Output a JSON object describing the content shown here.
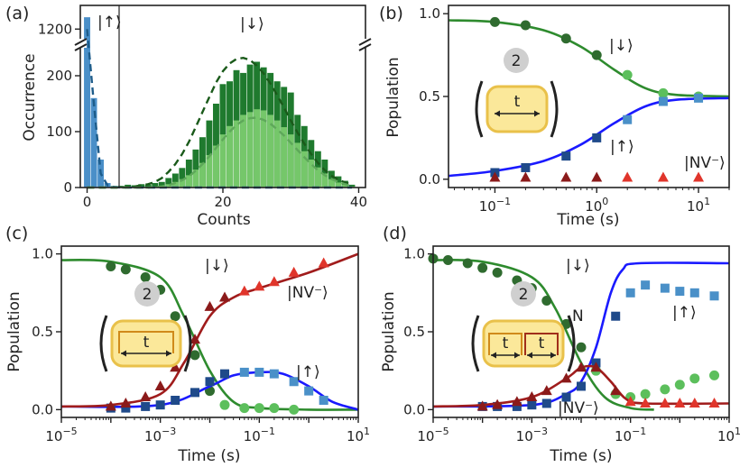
{
  "colors": {
    "down": "#2e8b2e",
    "down_point": "#2f6b2f",
    "down_light_point": "#5cbf5c",
    "up": "#1a1aff",
    "up_point": "#1f4a8a",
    "up_light_point": "#4a90c8",
    "nv": "#a01c1c",
    "nv_point": "#8b1a1a",
    "nv_light_point": "#e0352b",
    "hist_dark": "#1f7a2e",
    "hist_light": "#7acb6e",
    "hist_blue": "#4a8fc8",
    "inset_fill": "#fbe89a",
    "inset_stroke": "#e9c14a",
    "inset_pulse": "#d08a1a",
    "inset_pulse_red": "#a02e1a"
  },
  "chart_data": [
    {
      "panel": "(a)",
      "type": "bar",
      "xlabel": "Counts",
      "ylabel": "Occurrence",
      "xlim": [
        -1,
        41
      ],
      "ylim": [
        0,
        250
      ],
      "ylim_top_segment": [
        1180,
        1260
      ],
      "xticks": [
        "0",
        "20",
        "40"
      ],
      "yticks": [
        "0",
        "100",
        "200"
      ],
      "ytick_top": "1200",
      "threshold": 5,
      "annotations": {
        "up": "|↑⟩",
        "down": "|↓⟩"
      },
      "bin_edges": [
        -0.5,
        0.5,
        1.5,
        2.5,
        3.5,
        4.5,
        5.5,
        6.5,
        7.5,
        8.5,
        9.5,
        10.5,
        11.5,
        12.5,
        13.5,
        14.5,
        15.5,
        16.5,
        17.5,
        18.5,
        19.5,
        20.5,
        21.5,
        22.5,
        23.5,
        24.5,
        25.5,
        26.5,
        27.5,
        28.5,
        29.5,
        30.5,
        31.5,
        32.5,
        33.5,
        34.5,
        35.5,
        36.5,
        37.5,
        38.5,
        39.5
      ],
      "series": [
        {
          "values": [
            1230,
            160,
            50,
            8,
            3,
            1,
            0,
            0,
            0,
            0,
            0,
            0,
            0,
            0,
            0,
            0,
            0,
            0,
            0,
            0,
            0,
            0,
            0,
            0,
            0,
            0,
            0,
            0,
            0,
            0,
            0,
            0,
            0,
            0,
            0,
            0,
            0,
            0,
            0,
            0
          ],
          "fit": [
            1200,
            150,
            25,
            4,
            1,
            0,
            0,
            0,
            0,
            0,
            0,
            0,
            0,
            0,
            0,
            0,
            0,
            0,
            0,
            0,
            0,
            0,
            0,
            0,
            0,
            0,
            0,
            0,
            0,
            0,
            0,
            0,
            0,
            0,
            0,
            0,
            0,
            0,
            0,
            0
          ]
        },
        {
          "values": [
            0,
            0,
            0,
            0,
            2,
            3,
            5,
            4,
            6,
            5,
            8,
            10,
            17,
            25,
            35,
            50,
            68,
            90,
            120,
            150,
            185,
            190,
            210,
            205,
            220,
            225,
            215,
            205,
            190,
            180,
            170,
            130,
            110,
            85,
            65,
            50,
            30,
            20,
            12,
            5
          ],
          "fit": [
            0,
            0,
            0,
            0,
            0,
            0,
            1,
            2,
            4,
            6,
            10,
            17,
            28,
            42,
            60,
            82,
            108,
            135,
            162,
            188,
            208,
            222,
            230,
            232,
            228,
            218,
            204,
            186,
            165,
            143,
            120,
            98,
            78,
            60,
            44,
            31,
            21,
            14,
            9,
            5
          ]
        },
        {
          "values": [
            0,
            0,
            0,
            0,
            0,
            0,
            0,
            0,
            0,
            1,
            2,
            3,
            6,
            10,
            15,
            22,
            32,
            44,
            58,
            75,
            95,
            110,
            120,
            130,
            135,
            140,
            138,
            130,
            120,
            108,
            95,
            80,
            65,
            50,
            36,
            25,
            15,
            9,
            5,
            2
          ],
          "fit": [
            0,
            0,
            0,
            0,
            0,
            0,
            0,
            0,
            0,
            0,
            1,
            2,
            4,
            8,
            13,
            20,
            30,
            42,
            56,
            71,
            86,
            100,
            112,
            120,
            124,
            125,
            121,
            114,
            104,
            93,
            80,
            67,
            54,
            42,
            31,
            22,
            15,
            10,
            6,
            3
          ]
        }
      ]
    },
    {
      "panel": "(b)",
      "type": "line",
      "xscale": "log",
      "xlabel": "Time (s)",
      "ylabel": "Population",
      "xlim": [
        0.035,
        20
      ],
      "ylim": [
        -0.05,
        1.05
      ],
      "xticks": [
        "10",
        "10",
        "10"
      ],
      "xtick_exponents": [
        "−1",
        "0",
        "1"
      ],
      "yticks": [
        "0.0",
        "0.5",
        "1.0"
      ],
      "inset": {
        "badge": "2",
        "label": "t"
      },
      "annotations": {
        "down": "|↓⟩",
        "up": "|↑⟩",
        "nv": "|NV⁻⟩"
      },
      "series": [
        {
          "x": [
            0.1,
            0.2,
            0.5,
            1.0,
            2.0,
            4.5,
            10
          ],
          "y": [
            0.95,
            0.93,
            0.85,
            0.75,
            0.63,
            0.52,
            0.5
          ],
          "fit": {
            "x": [
              0.035,
              0.1,
              0.3,
              0.7,
              1.5,
              3,
              6,
              20
            ],
            "y": [
              0.96,
              0.95,
              0.9,
              0.8,
              0.66,
              0.55,
              0.51,
              0.5
            ]
          }
        },
        {
          "x": [
            0.1,
            0.2,
            0.5,
            1.0,
            2.0,
            4.5,
            10
          ],
          "y": [
            0.04,
            0.07,
            0.14,
            0.25,
            0.36,
            0.47,
            0.49
          ],
          "fit": {
            "x": [
              0.035,
              0.1,
              0.3,
              0.7,
              1.5,
              3,
              6,
              20
            ],
            "y": [
              0.02,
              0.05,
              0.11,
              0.21,
              0.34,
              0.44,
              0.48,
              0.49
            ]
          }
        },
        {
          "x": [
            0.1,
            0.2,
            0.5,
            1.0,
            2.0,
            4.5,
            10
          ],
          "y": [
            0.01,
            0.01,
            0.01,
            0.01,
            0.01,
            0.01,
            0.01
          ]
        }
      ]
    },
    {
      "panel": "(c)",
      "type": "line",
      "xscale": "log",
      "xlabel": "Time (s)",
      "ylabel": "Population",
      "xlim": [
        1e-05,
        10
      ],
      "ylim": [
        -0.05,
        1.05
      ],
      "xticks": [
        "10",
        "10",
        "10",
        "10"
      ],
      "xtick_exponents": [
        "−5",
        "−3",
        "−1",
        "1"
      ],
      "yticks": [
        "0.0",
        "0.5",
        "1.0"
      ],
      "inset": {
        "badge": "2",
        "label": "t"
      },
      "annotations": {
        "down": "|↓⟩",
        "up": "|↑⟩",
        "nv": "|NV⁻⟩"
      },
      "series": [
        {
          "x": [
            0.0001,
            0.0002,
            0.0005,
            0.001,
            0.002,
            0.005,
            0.01,
            0.02,
            0.05,
            0.1,
            0.2,
            0.5
          ],
          "y": [
            0.92,
            0.9,
            0.85,
            0.77,
            0.6,
            0.35,
            0.12,
            0.03,
            0.01,
            0.01,
            0.01,
            0.0
          ],
          "fit": {
            "x": [
              1e-05,
              0.0001,
              0.001,
              0.003,
              0.01,
              0.03,
              0.1,
              1,
              10
            ],
            "y": [
              0.96,
              0.95,
              0.85,
              0.6,
              0.25,
              0.05,
              0.01,
              0.0,
              0.0
            ]
          }
        },
        {
          "x": [
            0.0001,
            0.0002,
            0.0005,
            0.001,
            0.002,
            0.005,
            0.01,
            0.02,
            0.05,
            0.1,
            0.2,
            0.5,
            1,
            2
          ],
          "y": [
            0.01,
            0.01,
            0.02,
            0.03,
            0.06,
            0.11,
            0.18,
            0.23,
            0.24,
            0.24,
            0.23,
            0.18,
            0.12,
            0.06
          ],
          "fit": {
            "x": [
              1e-05,
              0.001,
              0.01,
              0.03,
              0.1,
              0.3,
              1,
              3,
              10
            ],
            "y": [
              0.02,
              0.03,
              0.15,
              0.22,
              0.24,
              0.23,
              0.15,
              0.05,
              0.0
            ]
          }
        },
        {
          "x": [
            0.0001,
            0.0002,
            0.0005,
            0.001,
            0.002,
            0.005,
            0.01,
            0.02,
            0.05,
            0.1,
            0.2,
            0.5,
            2
          ],
          "y": [
            0.02,
            0.04,
            0.08,
            0.15,
            0.27,
            0.45,
            0.66,
            0.72,
            0.76,
            0.79,
            0.82,
            0.88,
            0.94
          ],
          "fit": {
            "x": [
              1e-05,
              0.0001,
              0.001,
              0.003,
              0.01,
              0.03,
              0.1,
              1,
              10
            ],
            "y": [
              0.02,
              0.03,
              0.1,
              0.3,
              0.6,
              0.72,
              0.78,
              0.88,
              1.0
            ]
          }
        }
      ]
    },
    {
      "panel": "(d)",
      "type": "line",
      "xscale": "log",
      "xlabel": "Time (s)",
      "ylabel": "Population",
      "xlim": [
        1e-05,
        10
      ],
      "ylim": [
        -0.05,
        1.05
      ],
      "xticks": [
        "10",
        "10",
        "10",
        "10"
      ],
      "xtick_exponents": [
        "−5",
        "−3",
        "−1",
        "1"
      ],
      "yticks": [
        "0.0",
        "0.5",
        "1.0"
      ],
      "inset": {
        "badge": "2",
        "label_left": "t",
        "label_right": "t"
      },
      "annotations": {
        "down": "|↓⟩",
        "up": "|↑⟩",
        "nv": "|NV⁻⟩",
        "n": "N"
      },
      "series": [
        {
          "x": [
            1e-05,
            2e-05,
            5e-05,
            0.0001,
            0.0002,
            0.0005,
            0.001,
            0.002,
            0.005,
            0.01,
            0.02,
            0.05,
            0.1,
            0.2,
            0.5,
            1,
            2,
            5
          ],
          "y": [
            0.97,
            0.96,
            0.94,
            0.91,
            0.88,
            0.83,
            0.78,
            0.7,
            0.55,
            0.4,
            0.25,
            0.1,
            0.08,
            0.1,
            0.13,
            0.16,
            0.2,
            0.22
          ],
          "fit": {
            "x": [
              1e-05,
              0.0001,
              0.001,
              0.003,
              0.01,
              0.03,
              0.1,
              0.3
            ],
            "y": [
              0.96,
              0.95,
              0.85,
              0.65,
              0.3,
              0.08,
              0.01,
              0.0
            ]
          }
        },
        {
          "x": [
            0.0001,
            0.0002,
            0.0005,
            0.001,
            0.002,
            0.005,
            0.01,
            0.02,
            0.05,
            0.1,
            0.2,
            0.5,
            1,
            2,
            5
          ],
          "y": [
            0.02,
            0.02,
            0.02,
            0.03,
            0.04,
            0.08,
            0.15,
            0.3,
            0.6,
            0.75,
            0.8,
            0.78,
            0.76,
            0.75,
            0.73
          ],
          "fit": {
            "x": [
              1e-05,
              0.001,
              0.005,
              0.01,
              0.02,
              0.04,
              0.07,
              0.15,
              10
            ],
            "y": [
              0.02,
              0.03,
              0.1,
              0.18,
              0.4,
              0.75,
              0.9,
              0.94,
              0.94
            ]
          }
        },
        {
          "x": [
            0.0001,
            0.0002,
            0.0005,
            0.001,
            0.002,
            0.005,
            0.01,
            0.02,
            0.05,
            0.1,
            0.2,
            0.5,
            1,
            2,
            5
          ],
          "y": [
            0.02,
            0.03,
            0.05,
            0.08,
            0.12,
            0.2,
            0.27,
            0.27,
            0.12,
            0.05,
            0.04,
            0.04,
            0.04,
            0.04,
            0.04
          ],
          "fit": {
            "x": [
              1e-05,
              0.0001,
              0.001,
              0.005,
              0.01,
              0.02,
              0.04,
              0.08,
              0.2,
              10
            ],
            "y": [
              0.02,
              0.03,
              0.08,
              0.2,
              0.27,
              0.27,
              0.18,
              0.07,
              0.04,
              0.04
            ]
          }
        }
      ]
    }
  ]
}
